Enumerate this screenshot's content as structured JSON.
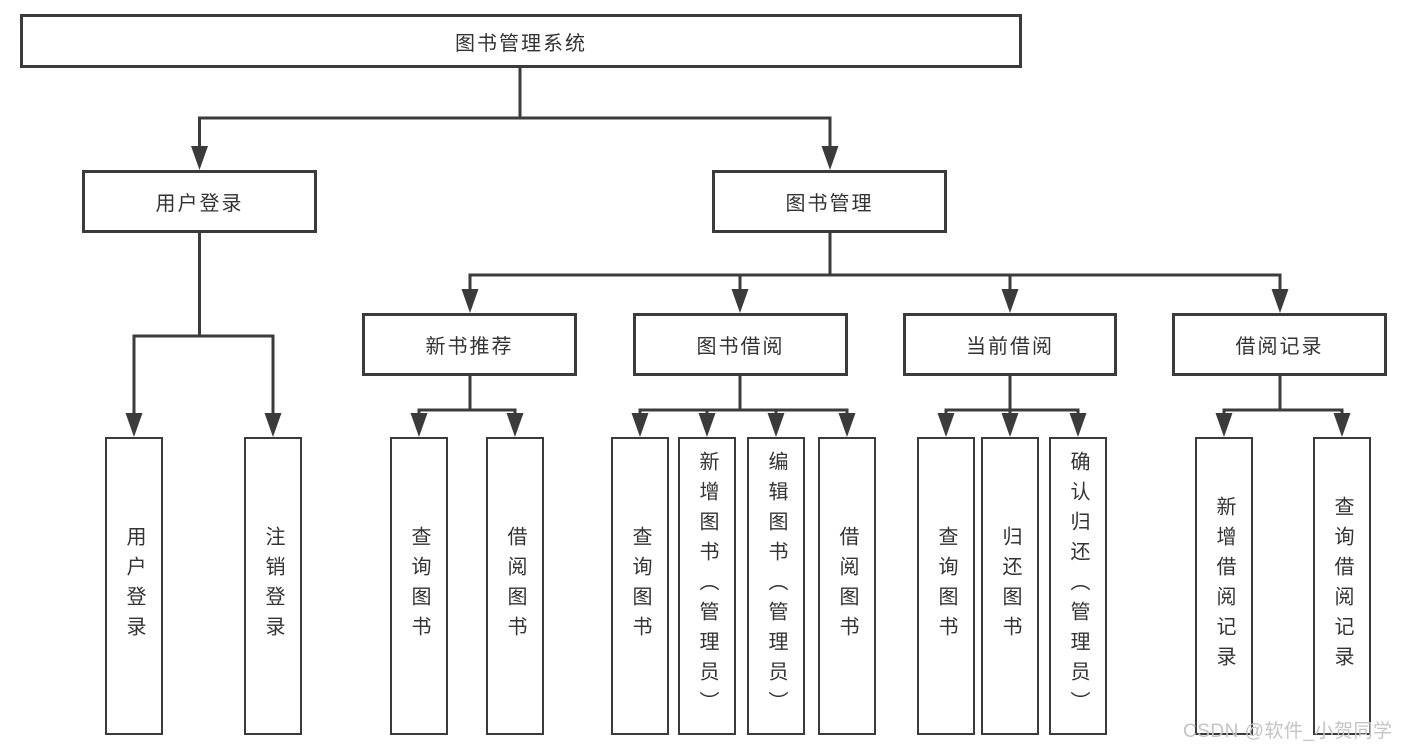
{
  "diagram": {
    "root": {
      "label": "图书管理系统"
    },
    "branches": [
      {
        "label": "用户登录",
        "children": [
          {
            "label": "用户登录"
          },
          {
            "label": "注销登录"
          }
        ]
      },
      {
        "label": "图书管理",
        "children": [
          {
            "label": "新书推荐",
            "children": [
              {
                "label": "查询图书"
              },
              {
                "label": "借阅图书"
              }
            ]
          },
          {
            "label": "图书借阅",
            "children": [
              {
                "label": "查询图书"
              },
              {
                "label": "新增图书（管理员）"
              },
              {
                "label": "编辑图书（管理员）"
              },
              {
                "label": "借阅图书"
              }
            ]
          },
          {
            "label": "当前借阅",
            "children": [
              {
                "label": "查询图书"
              },
              {
                "label": "归还图书"
              },
              {
                "label": "确认归还（管理员）"
              }
            ]
          },
          {
            "label": "借阅记录",
            "children": [
              {
                "label": "新增借阅记录"
              },
              {
                "label": "查询借阅记录"
              }
            ]
          }
        ]
      }
    ]
  },
  "watermark": {
    "text": "CSDN @软件_小贺同学"
  },
  "colors": {
    "line": "#3b3b3b",
    "text": "#333333",
    "watermark": "#c4c4c4",
    "background": "#ffffff"
  }
}
